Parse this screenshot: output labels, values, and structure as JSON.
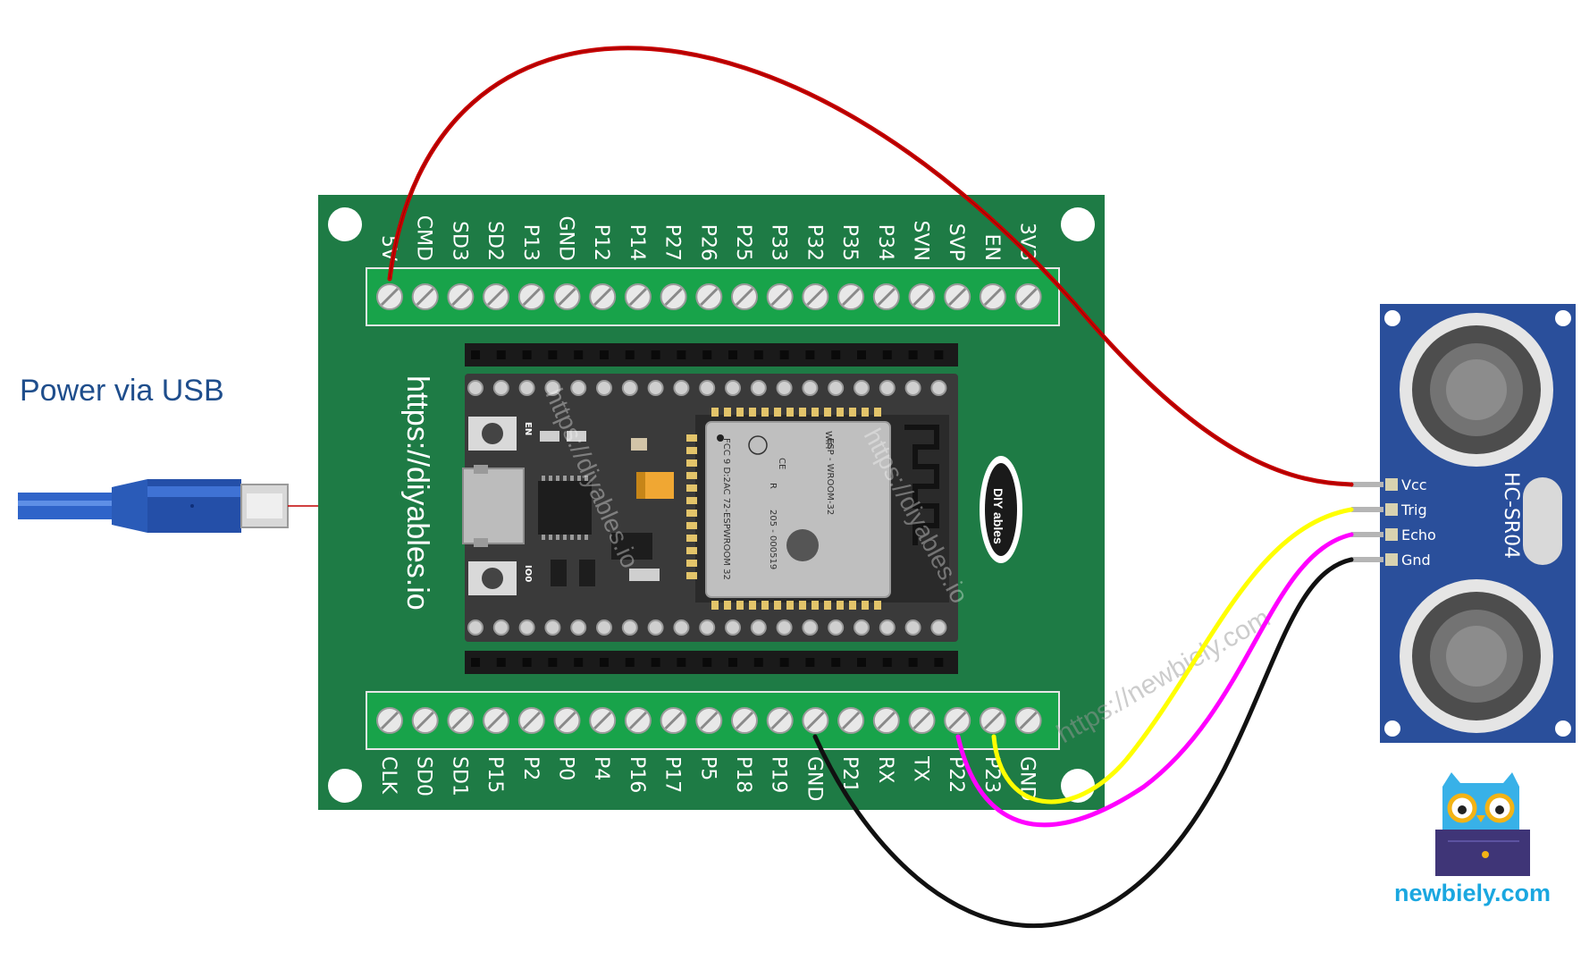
{
  "power_label": "Power via USB",
  "board": {
    "url_text": "https://diyables.io",
    "top_pins": [
      "5V",
      "CMD",
      "SD3",
      "SD2",
      "P13",
      "GND",
      "P12",
      "P14",
      "P27",
      "P26",
      "P25",
      "P33",
      "P32",
      "P35",
      "P34",
      "SVN",
      "SVP",
      "EN",
      "3V3"
    ],
    "bottom_pins": [
      "CLK",
      "SD0",
      "SD1",
      "P15",
      "P2",
      "P0",
      "P4",
      "P16",
      "P17",
      "P5",
      "P18",
      "P19",
      "GND",
      "P21",
      "RX",
      "TX",
      "P22",
      "P23",
      "GND"
    ],
    "logo_text": "DIY ables",
    "button_en": "EN",
    "button_io0": "IO0",
    "module_name": "ESP - WROOM-32",
    "module_fcc": "FCC 9 D:2AC 72-ESPWROOM 32",
    "module_code": "205 - 000519",
    "module_r": "R",
    "module_wifi": "WiFi",
    "module_ce": "CE"
  },
  "sensor": {
    "name": "HC-SR04",
    "pins": [
      "Vcc",
      "Trig",
      "Echo",
      "Gnd"
    ]
  },
  "watermarks": [
    "https://diyables.io",
    "https://diyables.io",
    "https://newbiely.com"
  ],
  "brand": "newbiely.com",
  "colors": {
    "board": "#1e7b45",
    "sensor": "#2a4f9b",
    "wire_vcc": "#c80000",
    "wire_trig": "#ffff00",
    "wire_echo": "#ff00ff",
    "wire_gnd": "#111111",
    "brand": "#1aa7e0"
  }
}
